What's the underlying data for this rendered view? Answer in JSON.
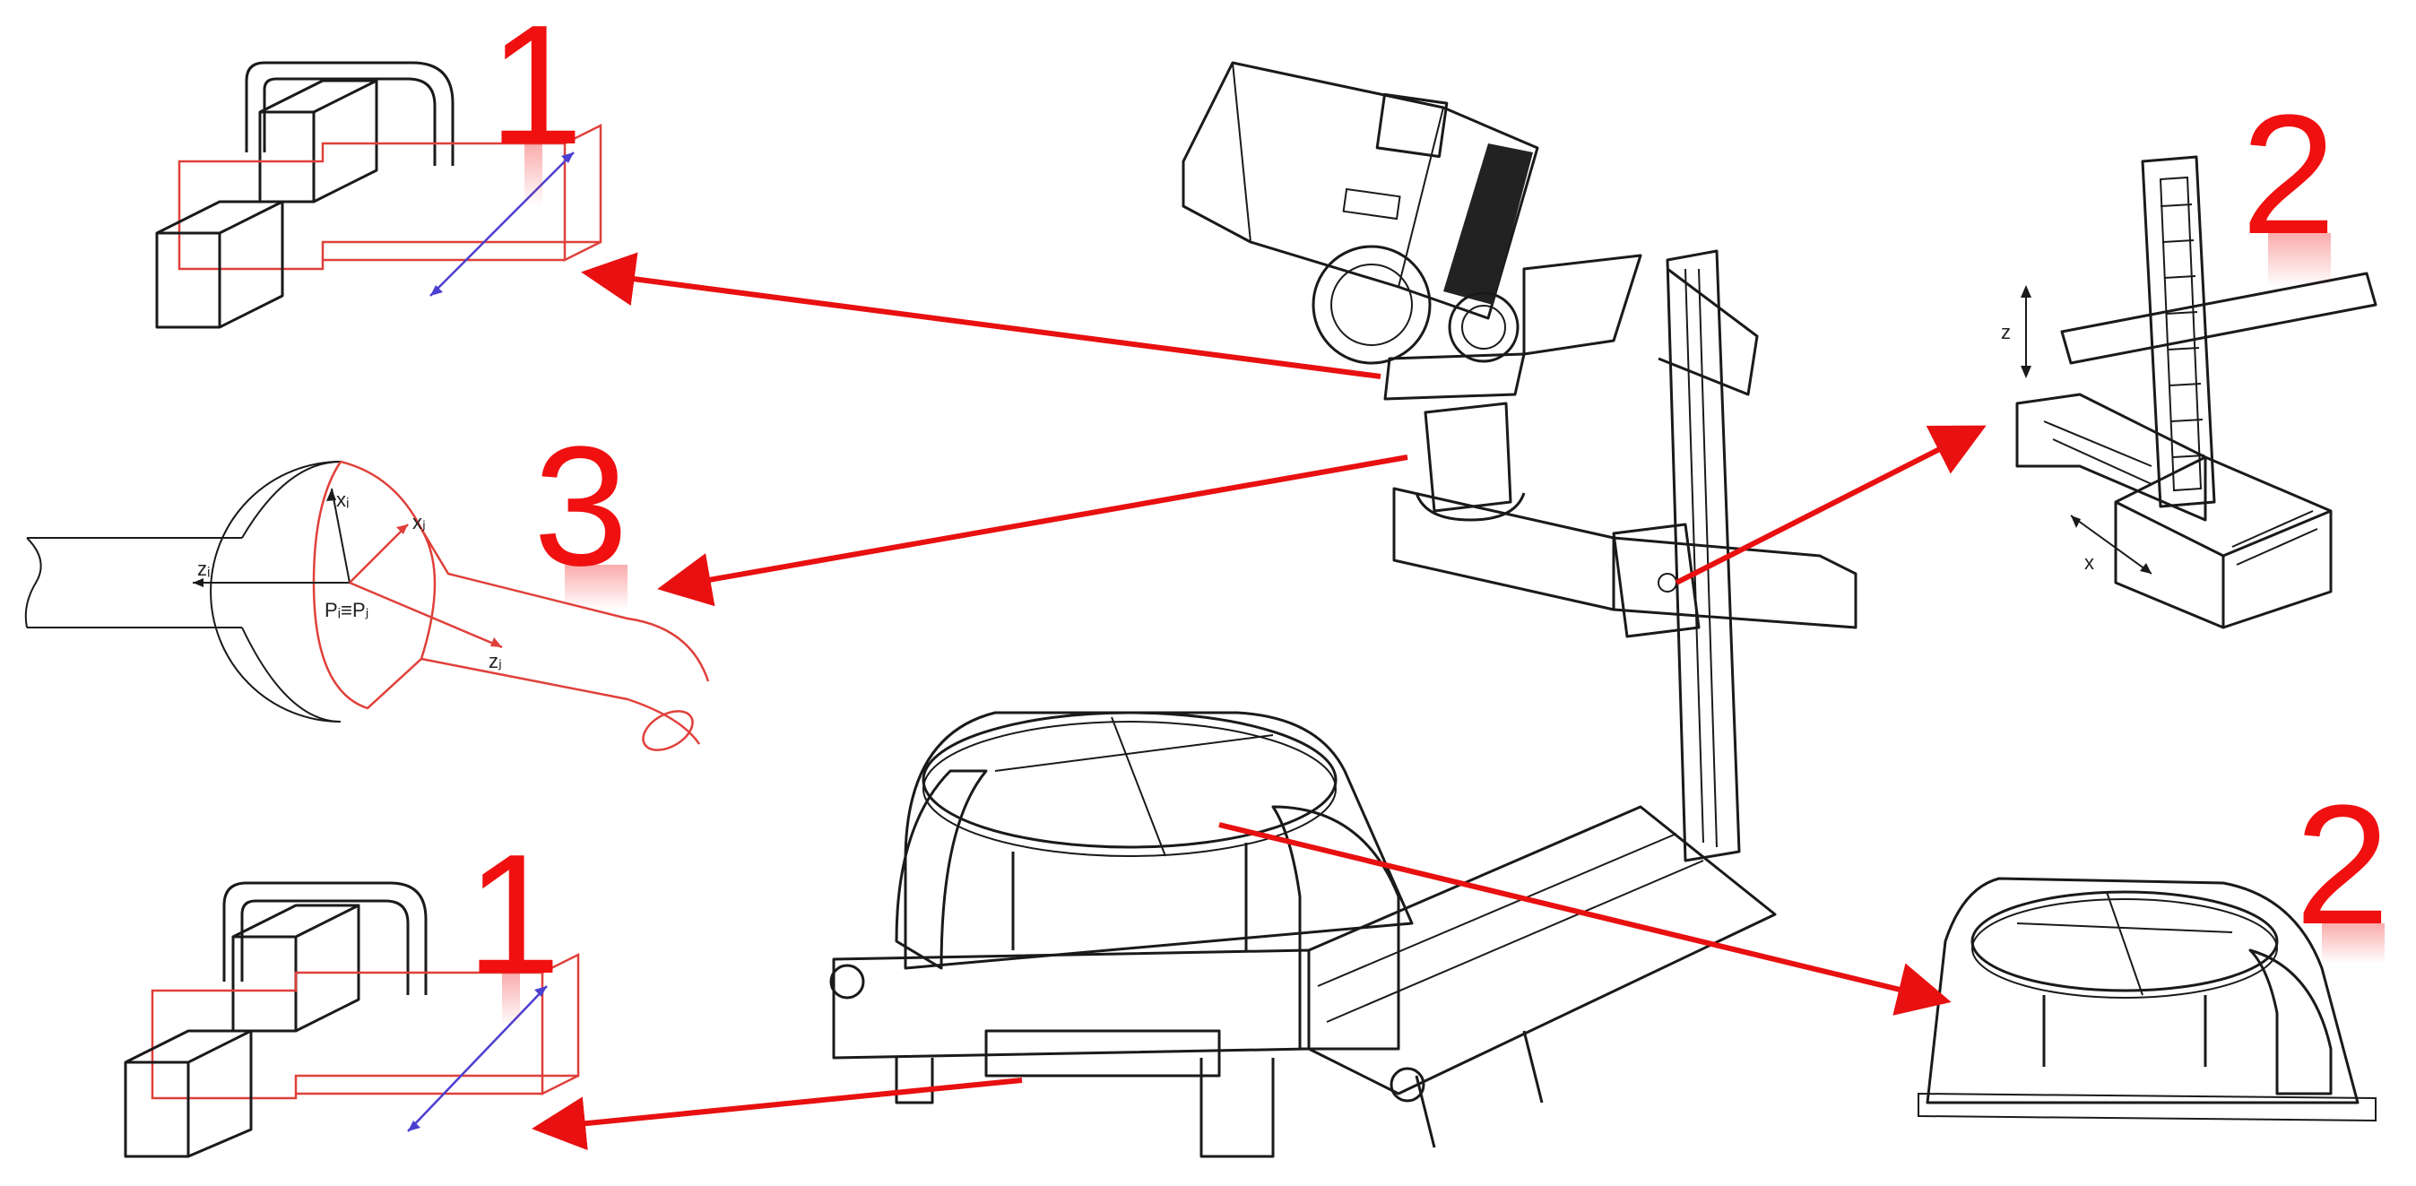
{
  "callouts": {
    "top_left_number": "1",
    "bottom_left_number": "1",
    "ball_joint_number": "3",
    "linear_stage_number": "2",
    "rotary_table_number": "2"
  },
  "ball_joint_labels": {
    "xi": "xᵢ",
    "xj": "xⱼ",
    "zi": "zᵢ",
    "zj": "zⱼ",
    "pivot": "Pᵢ≡Pⱼ"
  },
  "linear_stage_labels": {
    "z_axis": "z",
    "x_axis": "x"
  },
  "colors": {
    "arrow": "#e81010",
    "number": "#f01010",
    "joint_outline": "#e0403a",
    "axis_line": "#4a3fd0",
    "drawing": "#1a1a1a"
  }
}
